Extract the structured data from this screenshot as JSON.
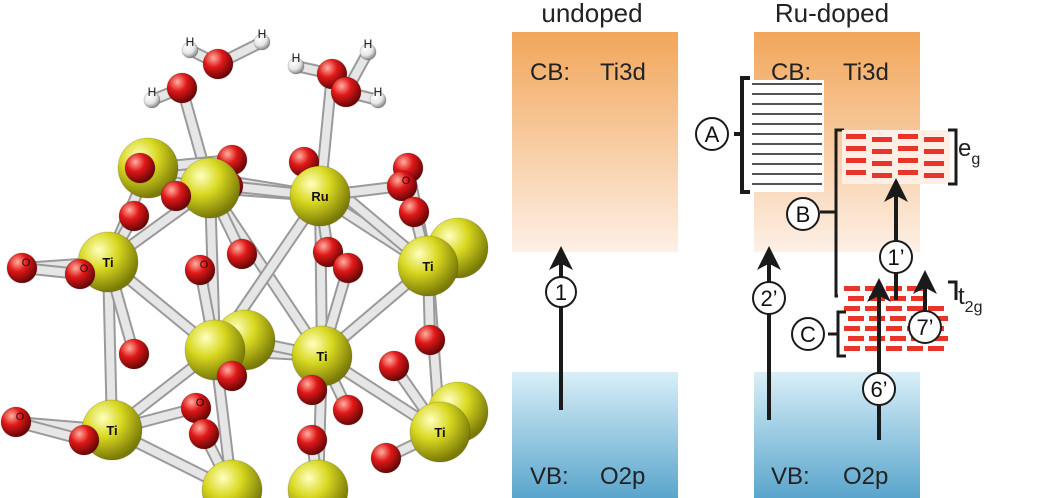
{
  "molecule": {
    "labels": {
      "ti": "Ti",
      "ru": "Ru",
      "o": "O",
      "h": "H"
    }
  },
  "panels": {
    "undoped": {
      "title": "undoped",
      "cb_label": "CB:",
      "cb_orbital": "Ti3d",
      "vb_label": "VB:",
      "vb_orbital": "O2p",
      "transition": "1"
    },
    "doped": {
      "title": "Ru-doped",
      "cb_label": "CB:",
      "cb_orbital": "Ti3d",
      "vb_label": "VB:",
      "vb_orbital": "O2p",
      "marker_a": "A",
      "marker_b": "B",
      "marker_c": "C",
      "eg_main": "e",
      "eg_sub": "g",
      "t2g_main": "t",
      "t2g_sub": "2g",
      "transitions": {
        "t1": "1’",
        "t2": "2’",
        "t6": "6’",
        "t7": "7’"
      }
    }
  },
  "colors": {
    "cb_top": "#f2a65a",
    "cb_bottom": "#fdf0e6",
    "vb_top": "#d6eef8",
    "vb_bottom": "#5ea9cf",
    "ti_atom": "#d6d61e",
    "o_atom": "#e02020",
    "h_atom": "#f2f2f2",
    "bond": "#d8d8d8",
    "state_red": "#e8352a"
  }
}
